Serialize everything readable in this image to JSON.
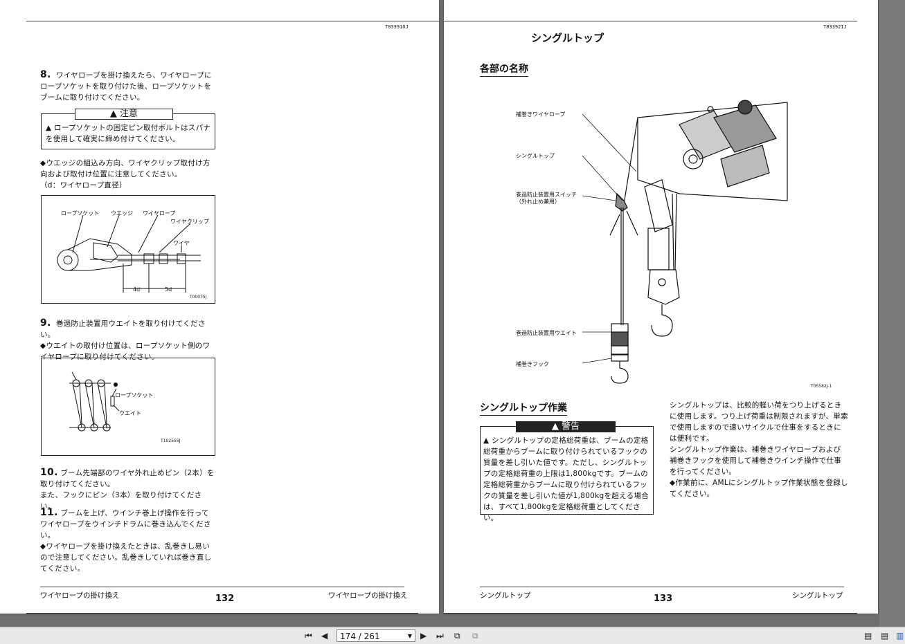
{
  "left": {
    "code": "T03391OJ",
    "step8_num": "8.",
    "step8_text": "ワイヤロープを掛け換えたら、ワイヤロープにロープソケットを取り付けた後、ロープソケットをブームに取り付けてください。",
    "caution_title": "▲ 注意",
    "caution_text": "▲ ロープソケットの固定ピン取付ボルトはスパナを使用して確実に締め付けてください。",
    "note": "◆ウエッジの組込み方向、ワイヤクリップ取付け方向および取付け位置に注意してください。\n（d：ワイヤロープ直径）",
    "fig1": {
      "socket": "ロープソケット",
      "wedge": "ウエッジ",
      "rope": "ワイヤロープ",
      "clip": "ワイヤクリップ",
      "wire": "ワイヤ",
      "dim1": "4d",
      "dim2": "5d",
      "code": "T00075J"
    },
    "step9_num": "9.",
    "step9_text": "巻過防止装置用ウエイトを取り付けてください。\n◆ウエイトの取付け位置は、ロープソケット側のワイヤロープに取り付けてください。",
    "fig2": {
      "socket": "ロープソケット",
      "weight": "ウエイト",
      "code": "T102555J"
    },
    "step10_num": "10.",
    "step10_text": "ブーム先端部のワイヤ外れ止めピン（2本）を取り付けてください。\nまた、フックにピン（3本）を取り付けてください。",
    "step11_num": "11.",
    "step11_text": "ブームを上げ、ウインチ巻上げ操作を行ってワイヤロープをウインチドラムに巻き込んでください。\n◆ワイヤロープを掛け換えたときは、乱巻きし易いので注意してください。乱巻きしていれば巻き直してください。",
    "footer_left": "ワイヤロープの掛け換え",
    "page_number": "132",
    "footer_right": "ワイヤロープの掛け換え"
  },
  "right": {
    "code": "T03392IJ",
    "title": "シングルトップ",
    "section1": "各部の名称",
    "labels": {
      "aux_rope": "補巻きワイヤロープ",
      "single_top": "シングルトップ",
      "switch": "巻過防止装置用スイッチ\n（外れ止め兼用）",
      "weight": "巻過防止装置用ウエイト",
      "hook": "補巻きフック",
      "code": "T05582J-1"
    },
    "section2": "シングルトップ作業",
    "warning_title": "▲ 警告",
    "warning_text": "▲ シングルトップの定格総荷重は、ブームの定格総荷重からブームに取り付けられているフックの質量を差し引いた値です。ただし、シングルトップの定格総荷重の上限は1,800kgです。ブームの定格総荷重からブームに取り付けられているフックの質量を差し引いた値が1,800kgを超える場合は、すべて1,800kgを定格総荷重としてください。",
    "body_text": "シングルトップは、比較的軽い荷をつり上げるときに使用します。つり上げ荷重は制限されますが、単索で使用しますので速いサイクルで仕事をするときには便利です。\nシングルトップ作業は、補巻きワイヤロープおよび補巻きフックを使用して補巻きウインチ操作で仕事を行ってください。\n◆作業前に、AMLにシングルトップ作業状態を登録してください。",
    "footer_left": "シングルトップ",
    "page_number": "133",
    "footer_right": "シングルトップ"
  },
  "toolbar": {
    "page_value": "174 / 261"
  }
}
